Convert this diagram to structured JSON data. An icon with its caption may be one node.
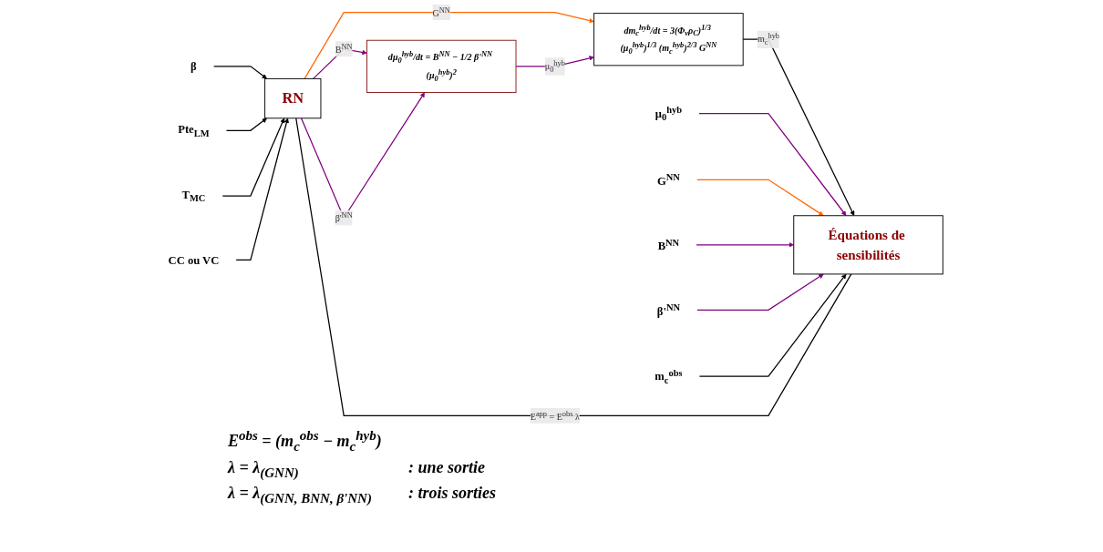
{
  "diagram": {
    "nodes": [
      {
        "text": [
          "β"
        ]
      },
      {
        "text": [
          "Pte$_{LM}$"
        ]
      },
      {
        "text": [
          "T$_{MC}$"
        ]
      },
      {
        "text": [
          "CC ou VC"
        ]
      },
      {
        "text": [
          "RN"
        ]
      },
      {
        "text": [
          "dμ$_{0}$$^{hyb}$/dt = B$^{NN}$ − 1/2 β'$^{NN}$ (μ$_{0}$$^{hyb}$)$^{2}$"
        ]
      },
      {
        "text": [
          "dm$_{c}$$^{hyb}$/dt = 3(Φ$_{v}$ρ$_{C}$)$^{1/3}$ (μ$_{0}$$^{hyb}$)$^{1/3}$ (m$_{c}$$^{hyb}$)$^{2/3}$ G$^{NN}$"
        ]
      },
      {
        "text": [
          "Équations de sensibilités"
        ]
      },
      {
        "text": [
          "μ$_{0}$$^{hyb}$"
        ]
      },
      {
        "text": [
          "G$^{NN}$"
        ]
      },
      {
        "text": [
          "B$^{NN}$"
        ]
      },
      {
        "text": [
          "β'$^{NN}$"
        ]
      },
      {
        "text": [
          "m$_{c}$$^{obs}$"
        ]
      }
    ],
    "edges": [
      {
        "from": 0,
        "to": 4,
        "arrow": "to"
      },
      {
        "from": 1,
        "to": 4,
        "arrow": "to"
      },
      {
        "from": 2,
        "to": 4,
        "arrow": "to"
      },
      {
        "from": 3,
        "to": 4,
        "arrow": "to"
      },
      {
        "from": 4,
        "to": 6,
        "arrow": "to",
        "label": "G$^{NN}$",
        "color": "#ff6600"
      },
      {
        "from": 4,
        "to": 5,
        "arrow": "to",
        "label": "B$^{NN}$",
        "color": "#800080"
      },
      {
        "from": 4,
        "to": 5,
        "arrow": "to",
        "label": "β'$^{NN}$",
        "color": "#800080"
      },
      {
        "from": 5,
        "to": 6,
        "arrow": "to",
        "label": "μ$_{0}$$^{hyb}$",
        "color": "#800080"
      },
      {
        "from": 6,
        "to": 7,
        "arrow": "to",
        "label": "m$_{c}$$^{hyb}$"
      },
      {
        "from": 8,
        "to": 7,
        "arrow": "to",
        "color": "#800080"
      },
      {
        "from": 9,
        "to": 7,
        "arrow": "to",
        "color": "#ff6600"
      },
      {
        "from": 10,
        "to": 7,
        "arrow": "to",
        "color": "#800080"
      },
      {
        "from": 11,
        "to": 7,
        "arrow": "to",
        "color": "#800080"
      },
      {
        "from": 12,
        "to": 7,
        "arrow": "to"
      },
      {
        "from": 7,
        "to": 4,
        "arrow": "none",
        "label": "E$^{app}$ = E$^{obs}$ λ"
      }
    ],
    "labels": [
      "E$^{obs}$ = (m$_{c}$$^{obs}$ − m$_{c}$$^{hyb}$)",
      "λ = λ$_{(GNN)}$",
      ": une sortie",
      "λ = λ$_{(GNN, BNN, β'NN)}$",
      ": trois sorties"
    ]
  }
}
